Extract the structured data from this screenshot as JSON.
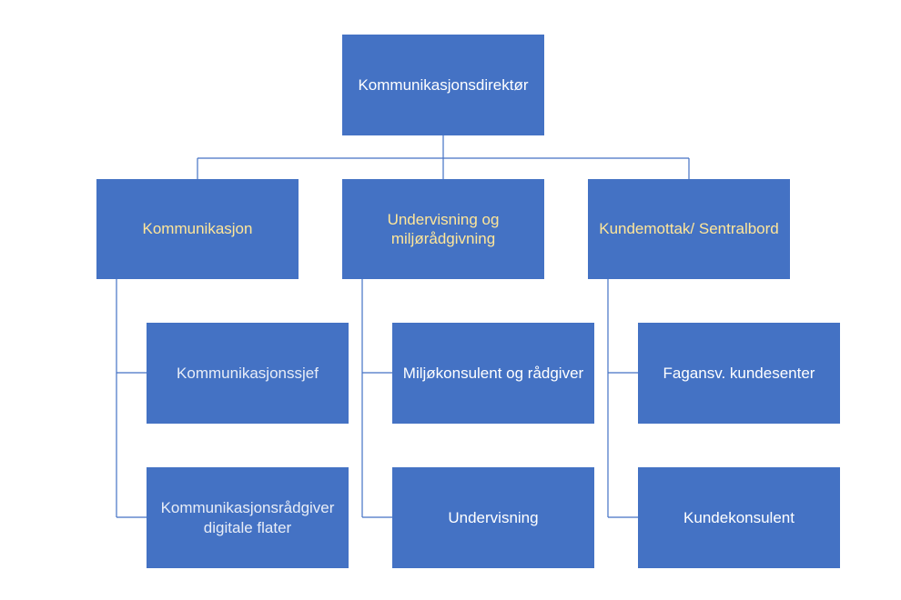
{
  "org_chart": {
    "root": {
      "label": "Kommunikasjonsdirektør"
    },
    "departments": [
      {
        "label": "Kommunikasjon",
        "children": [
          {
            "label": "Kommunikasjonssjef"
          },
          {
            "label": "Kommunikasjonsrådgiver digitale flater"
          }
        ]
      },
      {
        "label": "Undervisning og miljørådgivning",
        "children": [
          {
            "label": "Miljøkonsulent og rådgiver"
          },
          {
            "label": "Undervisning"
          }
        ]
      },
      {
        "label": "Kundemottak/ Sentralbord",
        "children": [
          {
            "label": "Fagansv. kundesenter"
          },
          {
            "label": "Kundekonsulent"
          }
        ]
      }
    ]
  },
  "colors": {
    "box_fill": "#4472c4",
    "connector": "#4472c4",
    "department_text": "#ffe699",
    "role_text": "#ffffff"
  }
}
